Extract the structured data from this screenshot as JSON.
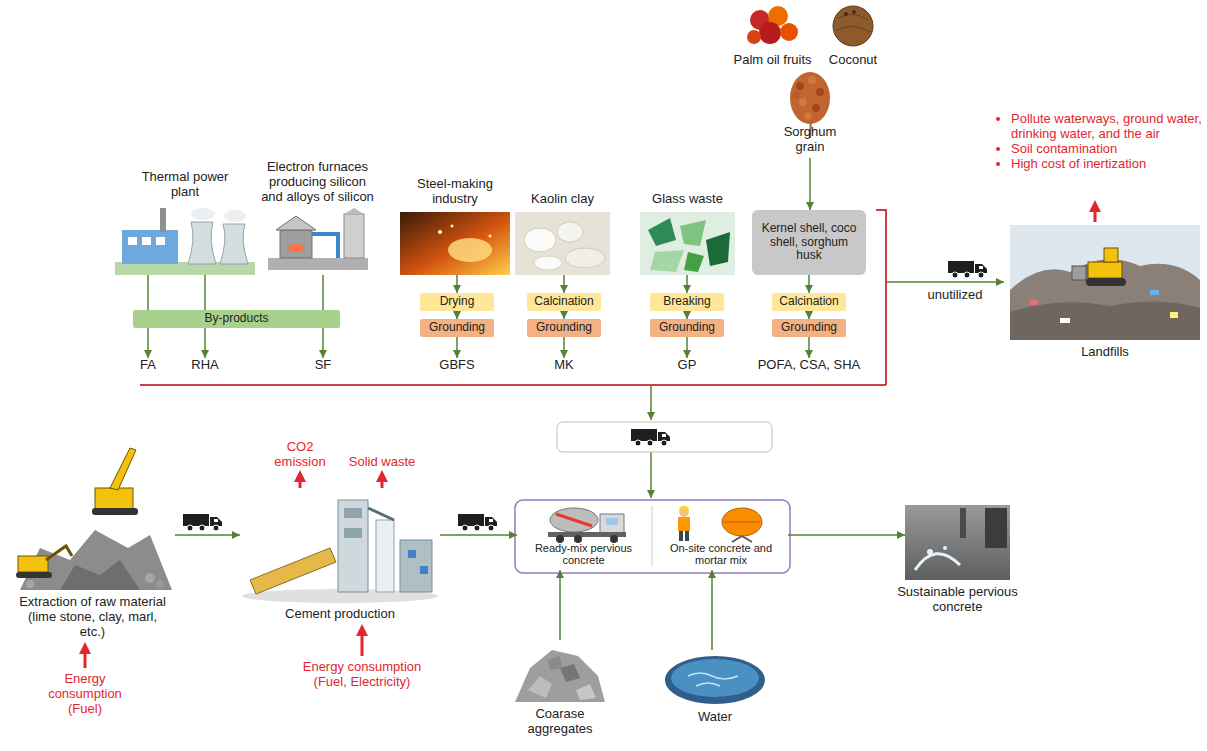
{
  "diagram": {
    "nodes": [
      {
        "text": [
          "Thermal power plant"
        ]
      },
      {
        "text": [
          "Electron furnaces producing silicon and alloys of silicon"
        ]
      },
      {
        "text": [
          "Steel-making industry"
        ]
      },
      {
        "text": [
          "Kaolin clay"
        ]
      },
      {
        "text": [
          "Glass waste"
        ]
      },
      {
        "text": [
          "Palm oil fruits"
        ]
      },
      {
        "text": [
          "Coconut"
        ]
      },
      {
        "text": [
          "Sorghum grain"
        ]
      },
      {
        "text": [
          "Kernel shell, coco shell, sorghum husk"
        ]
      },
      {
        "text": [
          "By-products"
        ]
      },
      {
        "text": [
          "Drying"
        ]
      },
      {
        "text": [
          "Grounding"
        ]
      },
      {
        "text": [
          "Calcination"
        ]
      },
      {
        "text": [
          "Grounding"
        ]
      },
      {
        "text": [
          "Breaking"
        ]
      },
      {
        "text": [
          "Grounding"
        ]
      },
      {
        "text": [
          "Calcination"
        ]
      },
      {
        "text": [
          "Grounding"
        ]
      },
      {
        "text": [
          "FA"
        ]
      },
      {
        "text": [
          "RHA"
        ]
      },
      {
        "text": [
          "SF"
        ]
      },
      {
        "text": [
          "GBFS"
        ]
      },
      {
        "text": [
          "MK"
        ]
      },
      {
        "text": [
          "GP"
        ]
      },
      {
        "text": [
          "POFA, CSA, SHA"
        ]
      },
      {
        "text": [
          "Landfills"
        ]
      },
      {
        "text": [
          "Extraction of raw material (lime stone, clay, marl, etc.)"
        ]
      },
      {
        "text": [
          "Cement production"
        ]
      },
      {
        "text": [
          "Ready-mix pervious concrete"
        ]
      },
      {
        "text": [
          "On-site concrete and mortar mix"
        ]
      },
      {
        "text": [
          "Sustainable pervious concrete"
        ]
      },
      {
        "text": [
          "Coarase aggregates"
        ]
      },
      {
        "text": [
          "Water"
        ]
      }
    ],
    "edges": [
      {
        "from": 0,
        "to": 18,
        "arrow": "to"
      },
      {
        "from": 0,
        "to": 19,
        "arrow": "to"
      },
      {
        "from": 1,
        "to": 20,
        "arrow": "to"
      },
      {
        "from": 2,
        "to": 10,
        "arrow": "to"
      },
      {
        "from": 10,
        "to": 11,
        "arrow": "to"
      },
      {
        "from": 11,
        "to": 21,
        "arrow": "to"
      },
      {
        "from": 3,
        "to": 12,
        "arrow": "to"
      },
      {
        "from": 12,
        "to": 13,
        "arrow": "to"
      },
      {
        "from": 13,
        "to": 22,
        "arrow": "to"
      },
      {
        "from": 4,
        "to": 14,
        "arrow": "to"
      },
      {
        "from": 14,
        "to": 15,
        "arrow": "to"
      },
      {
        "from": 15,
        "to": 23,
        "arrow": "to"
      },
      {
        "from": 7,
        "to": 8,
        "arrow": "to"
      },
      {
        "from": 8,
        "to": 16,
        "arrow": "to"
      },
      {
        "from": 16,
        "to": 17,
        "arrow": "to"
      },
      {
        "from": 17,
        "to": 24,
        "arrow": "to"
      },
      {
        "from": 26,
        "to": 27,
        "arrow": "to"
      },
      {
        "from": 27,
        "to": 28,
        "arrow": "to"
      },
      {
        "from": 31,
        "to": 28,
        "arrow": "to"
      },
      {
        "from": 32,
        "to": 29,
        "arrow": "to"
      },
      {
        "from": 29,
        "to": 30,
        "arrow": "to"
      }
    ],
    "labels": [
      "Pollute waterways, ground water, drinking water, and the air",
      "Soil contamination",
      "High cost of inertization",
      "unutilized",
      "CO2 emission",
      "Solid waste",
      "Energy consumption (Fuel, Electricity)",
      "Energy consumption (Fuel)"
    ]
  }
}
